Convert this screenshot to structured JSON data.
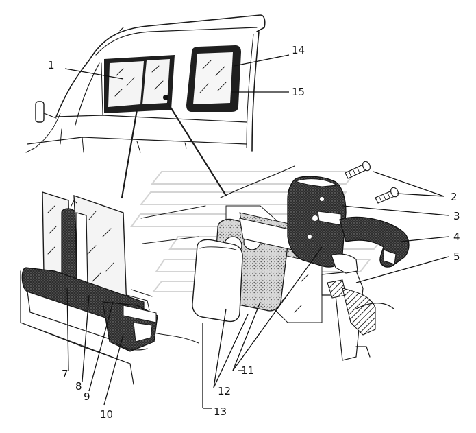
{
  "colors": {
    "ink": "#1a1a1a",
    "glass": "#f4f4f4",
    "seal": "#3a3a3a",
    "watermark": "#d4d4d4"
  },
  "labels": {
    "l1": "1",
    "l2": "2",
    "l3": "3",
    "l4": "4",
    "l5": "5",
    "l7": "7",
    "l8": "8",
    "l9": "9",
    "l10": "10",
    "l11": "11",
    "l12": "12",
    "l13": "13",
    "l14": "14",
    "l15": "15"
  }
}
